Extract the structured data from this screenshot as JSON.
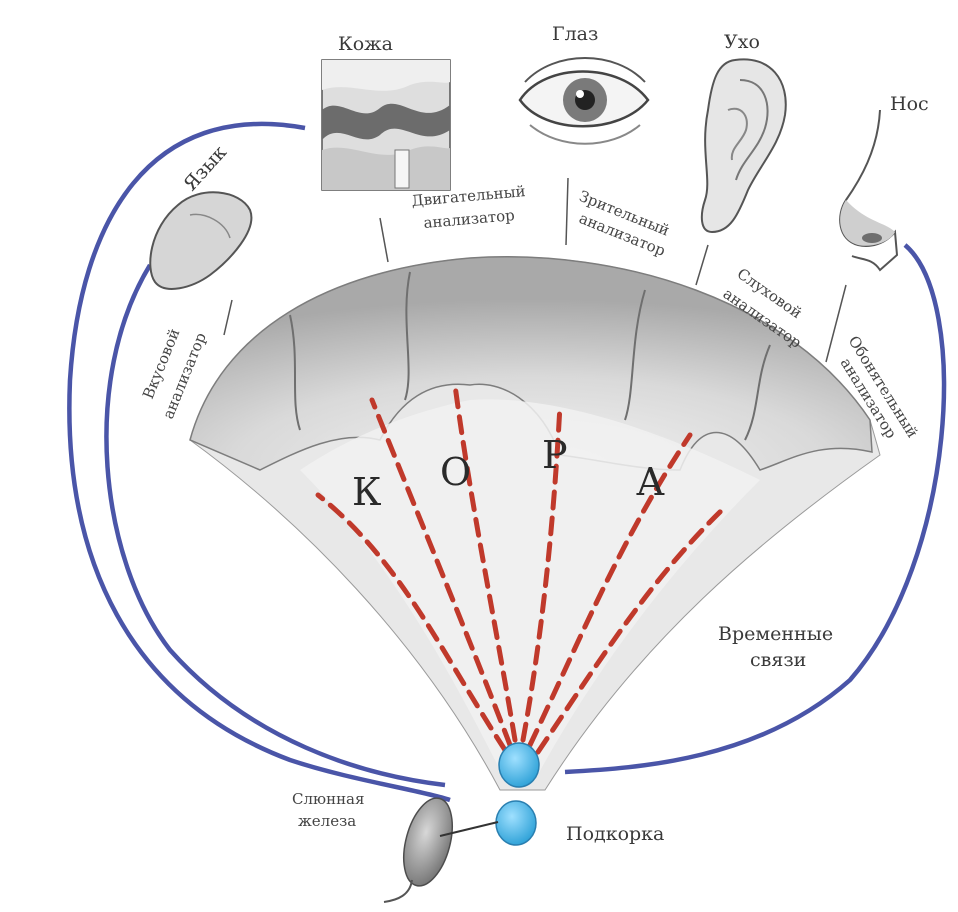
{
  "organs": {
    "skin": "Кожа",
    "eye": "Глаз",
    "ear": "Ухо",
    "nose": "Нос",
    "tongue": "Язык",
    "gland_line1": "Слюнная",
    "gland_line2": "железа"
  },
  "analyzers": {
    "taste_line1": "Вкусовой",
    "taste_line2": "анализатор",
    "motor_line1": "Двигательный",
    "motor_line2": "анализатор",
    "visual_line1": "Зрительный",
    "visual_line2": "анализатор",
    "auditory_line1": "Слуховой",
    "auditory_line2": "анализатор",
    "olfactory_line1": "Обонятельный",
    "olfactory_line2": "анализатор"
  },
  "cortex_letters": [
    "К",
    "О",
    "Р",
    "А"
  ],
  "subcortex": "Подкорка",
  "temporary_links_line1": "Временные",
  "temporary_links_line2": "связи",
  "colors": {
    "arc": "#4a55a8",
    "dashes": "#c0392b",
    "node": "#4fb8e8",
    "cortex_dark": "#8e8e8e",
    "cortex_light": "#ececec"
  }
}
